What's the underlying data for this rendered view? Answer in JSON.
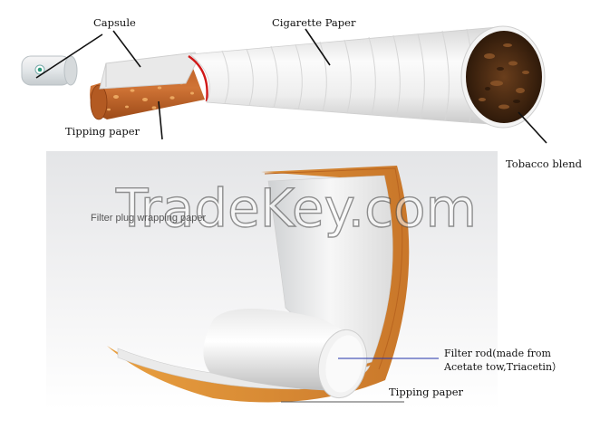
{
  "labels": {
    "capsule": "Capsule",
    "cigarette_paper": "Cigarette Paper",
    "tipping_paper_top": "Tipping paper",
    "tobacco_blend": "Tobacco blend",
    "filter_plug_wrapping_paper": "Filter plug wrapping paper",
    "filter_rod_line1": "Filter rod(made from",
    "filter_rod_line2": "Acetate tow,Triacetin）",
    "tipping_paper_bottom": "Tipping paper"
  },
  "watermark": "TradeKey.com",
  "colors": {
    "tipping": "#c8662a",
    "tipping_light": "#e8a25a",
    "filter_paper_red": "#d01818",
    "cigarette_paper": "#f2f2f2",
    "tobacco": "#5a3418"
  }
}
